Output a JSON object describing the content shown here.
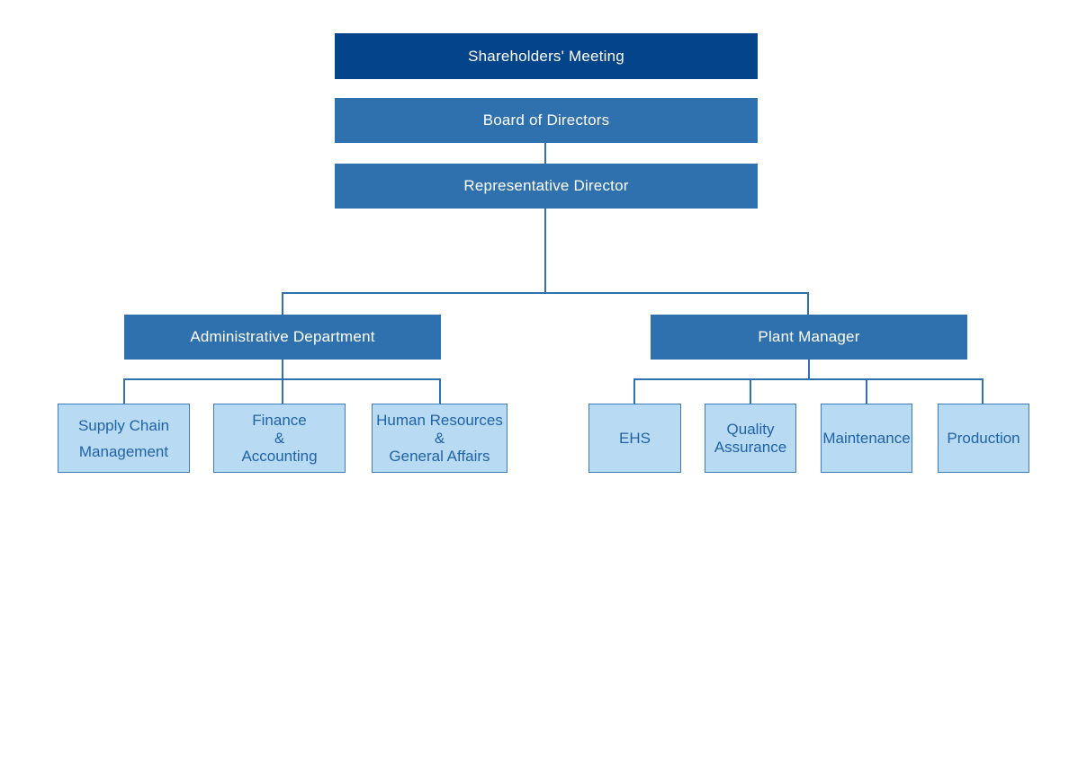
{
  "colors": {
    "level1_fill": "#04448A",
    "level2_fill": "#2E71AE",
    "leaf_fill": "#B9DAF3",
    "leaf_border": "#3D7CB8",
    "leaf_text": "#2063A6",
    "header_text": "#FFFFFF",
    "connector": "#2E71AE",
    "page_bg": "#FFFFFF"
  },
  "org_chart": {
    "type": "organization-chart",
    "root": {
      "label": "Shareholders' Meeting"
    },
    "level2": {
      "label": "Board of Directors"
    },
    "level3": {
      "label": "Representative Director"
    },
    "branches": [
      {
        "label": "Administrative Department",
        "children": [
          {
            "lines": [
              "Supply Chain",
              "Management"
            ]
          },
          {
            "lines": [
              "Finance",
              "&",
              "Accounting"
            ]
          },
          {
            "lines": [
              "Human Resources",
              "&",
              "General Affairs"
            ]
          }
        ]
      },
      {
        "label": "Plant Manager",
        "children": [
          {
            "lines": [
              "EHS"
            ]
          },
          {
            "lines": [
              "Quality",
              "Assurance"
            ]
          },
          {
            "lines": [
              "Maintenance"
            ]
          },
          {
            "lines": [
              "Production"
            ]
          }
        ]
      }
    ]
  }
}
